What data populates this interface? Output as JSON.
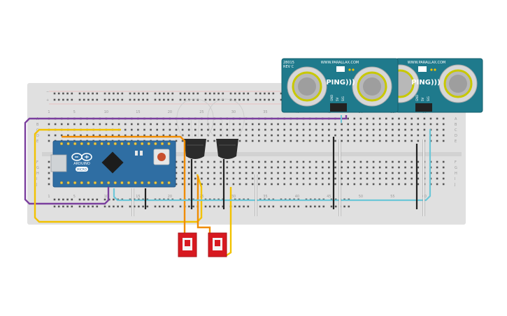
{
  "breadboard": {
    "column_numbers": [
      "1",
      "5",
      "10",
      "15",
      "20",
      "25",
      "30",
      "35",
      "40",
      "45",
      "50",
      "55",
      "60"
    ],
    "row_letters_top": [
      "A",
      "B",
      "C",
      "D",
      "E"
    ],
    "row_letters_bottom": [
      "F",
      "G",
      "H",
      "I",
      "J"
    ]
  },
  "arduino": {
    "brand": "ARDUINO",
    "model": "MICRO"
  },
  "sensors": [
    {
      "name": "PING)))",
      "url": "WWW.PARALLAX.COM",
      "part": "28015",
      "rev": "REV C",
      "pins": [
        "GND",
        "5V",
        "SIG"
      ]
    },
    {
      "name": "PING)))",
      "url": "WWW.PARALLAX.COM",
      "part": "",
      "rev": "",
      "pins": [
        "GND",
        "5V",
        "SIG"
      ]
    }
  ],
  "colors": {
    "breadboard": "#e0e0e0",
    "arduino_pcb": "#2f6ea3",
    "sensor_pcb": "#1f7a8c",
    "wire_purple": "#7b3f9e",
    "wire_yellow": "#f2c200",
    "wire_orange": "#f08c00",
    "wire_cyan": "#6cc7d8",
    "wire_black": "#222222",
    "wire_white": "#ffffff",
    "switch_red": "#d71920"
  }
}
